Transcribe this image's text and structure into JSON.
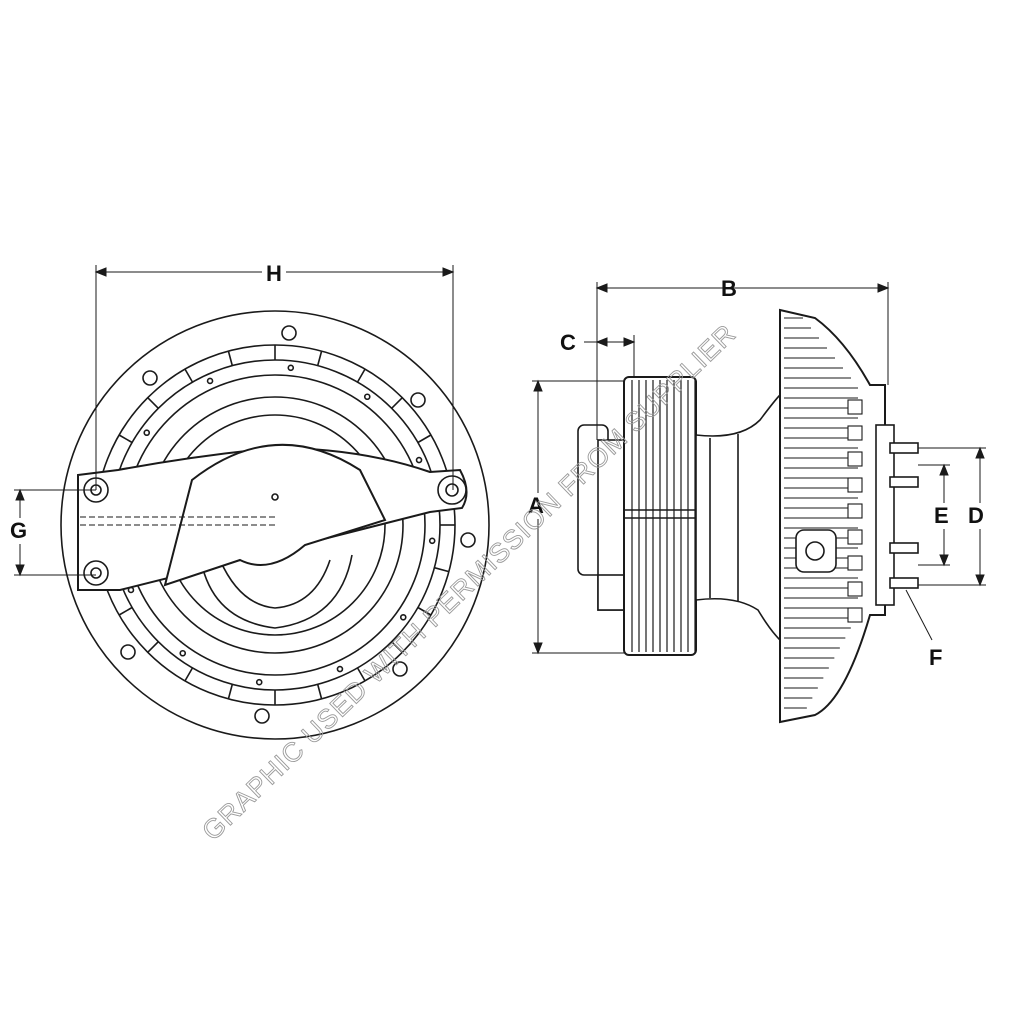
{
  "dimensions": {
    "H": "H",
    "G": "G",
    "B": "B",
    "C": "C",
    "A": "A",
    "E": "E",
    "D": "D",
    "F": "F"
  },
  "watermark": "GRAPHIC USED WITH PERMISSION FROM SUPPLIER",
  "colors": {
    "line": "#1a1a1a",
    "fill": "#ffffff",
    "watermark": "#9a9a9a"
  }
}
